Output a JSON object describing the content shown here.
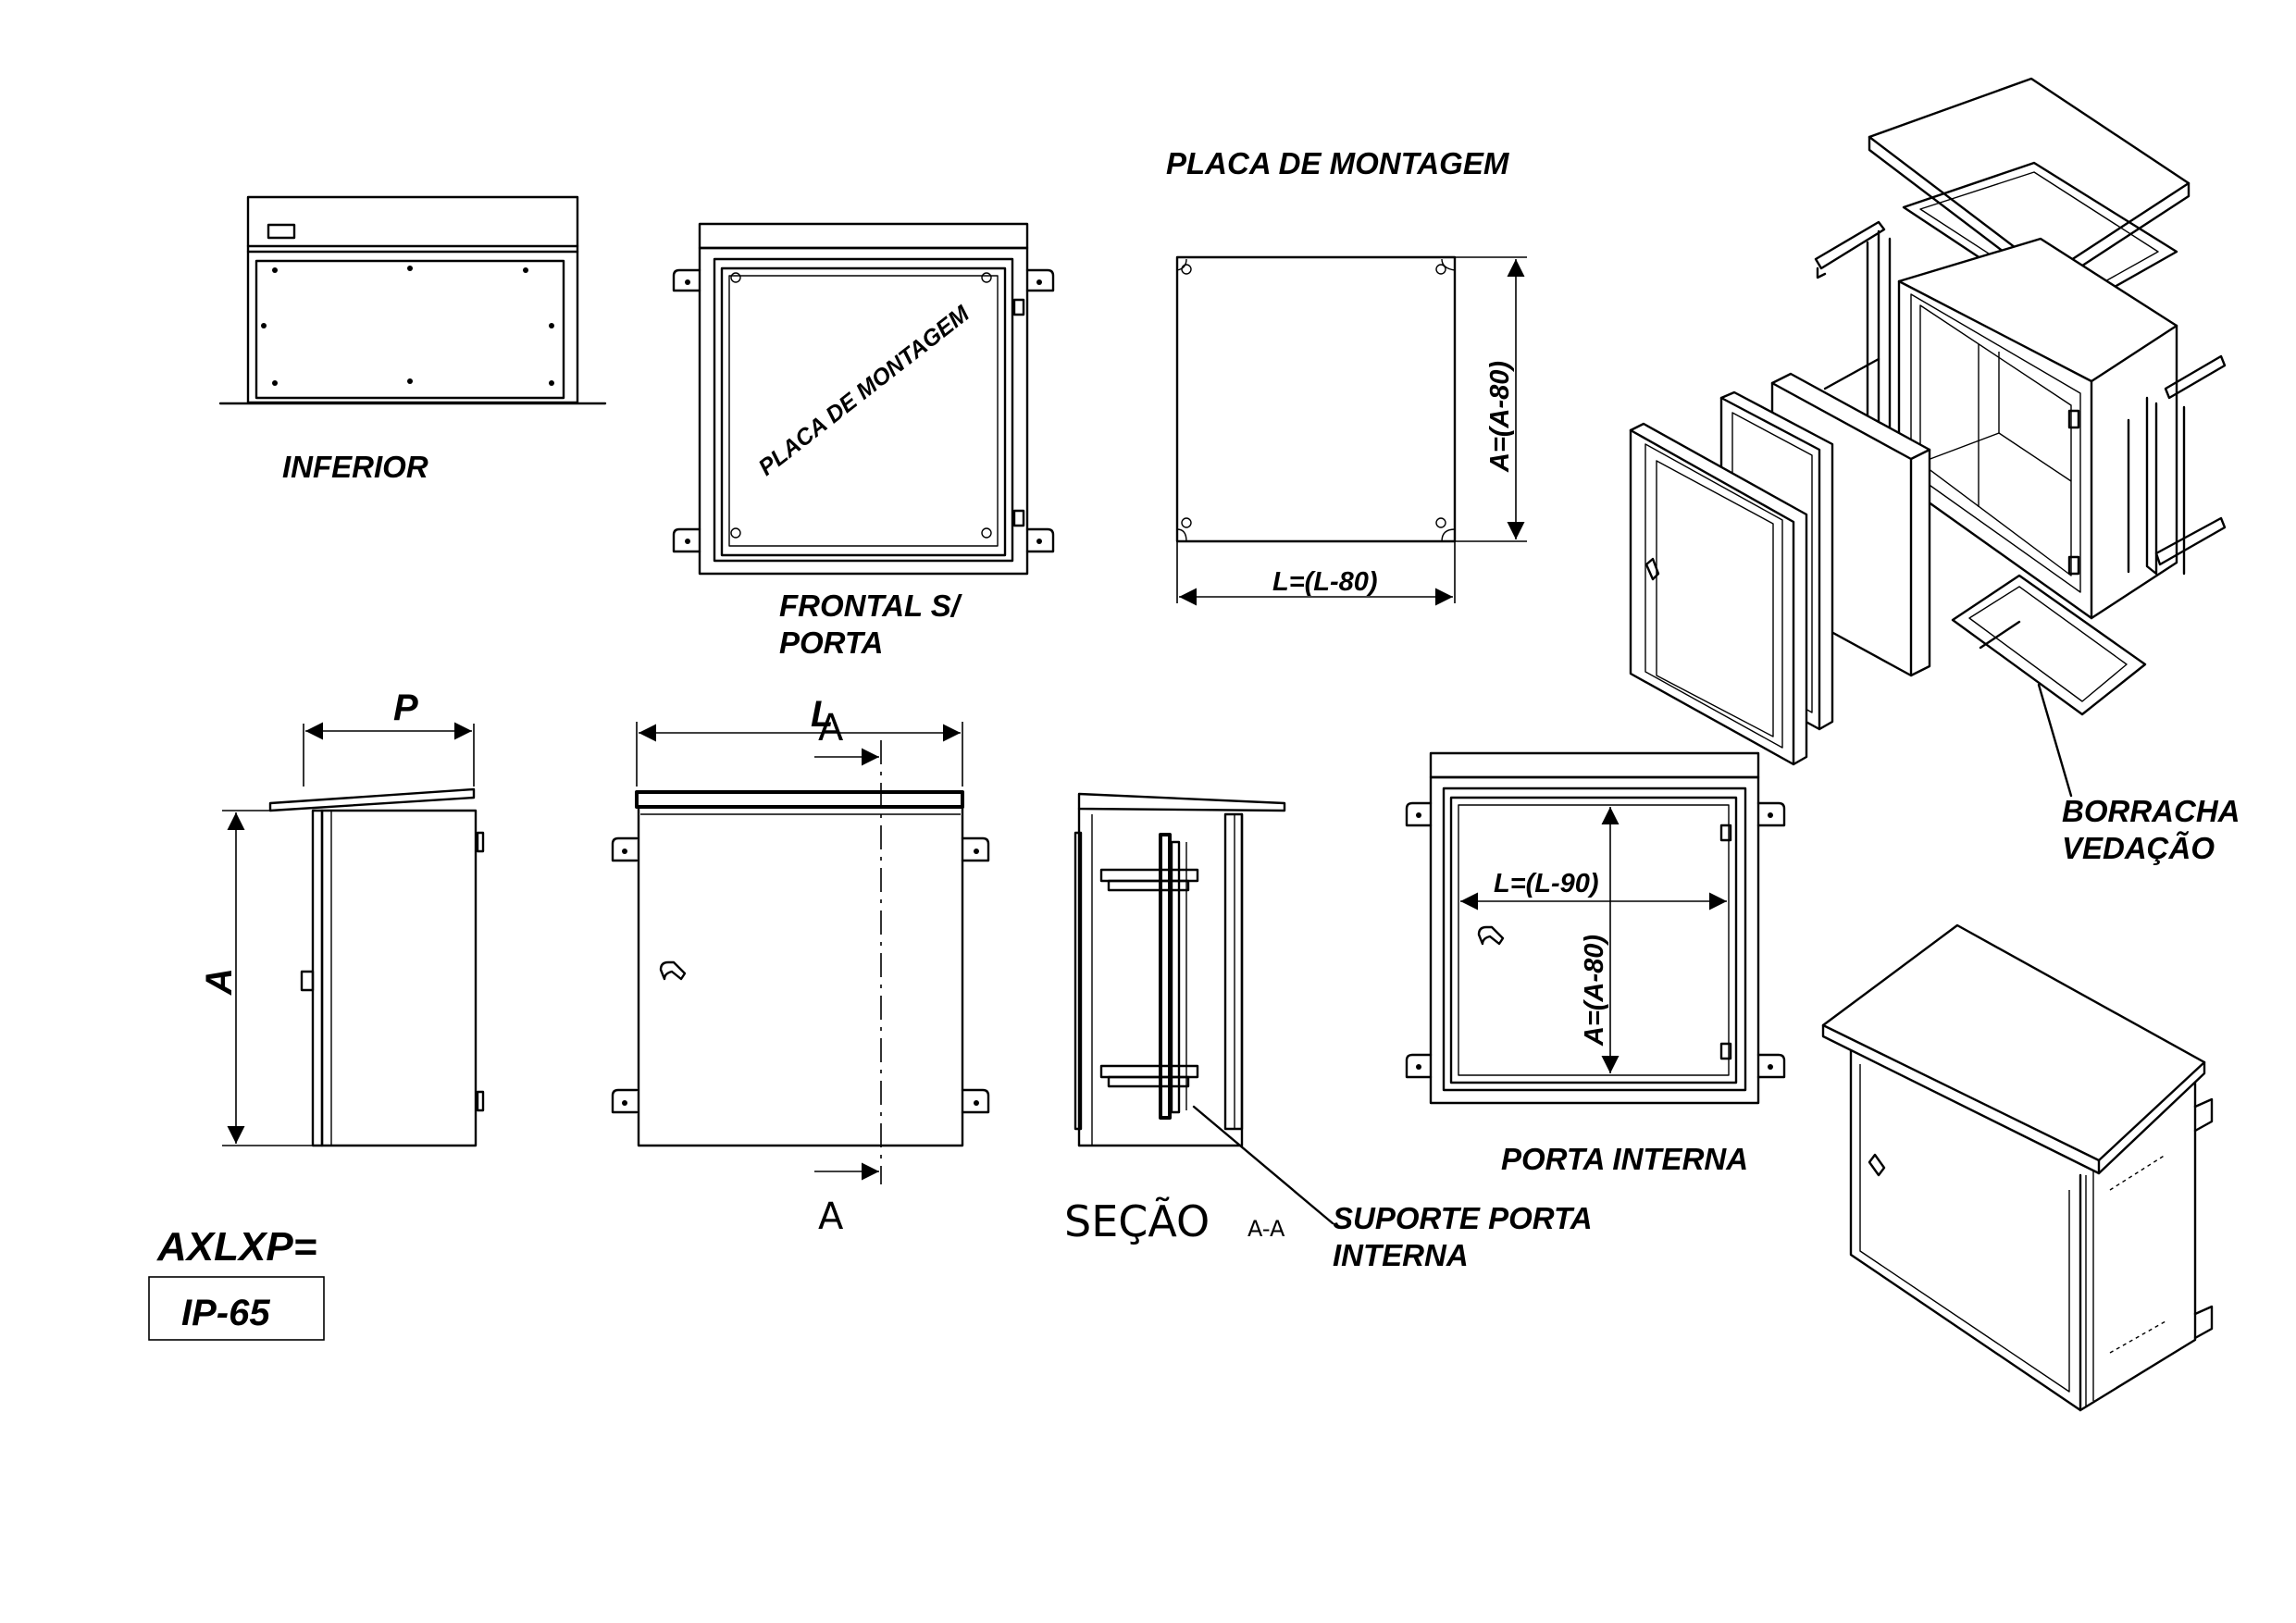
{
  "labels": {
    "inferior": "INFERIOR",
    "placa_montagem_title": "PLACA DE MONTAGEM",
    "placa_montagem_inner": "PLACA DE MONTAGEM",
    "frontal_line1": "FRONTAL S/",
    "frontal_line2": "PORTA",
    "dim_placa_height": "A=(A-80)",
    "dim_placa_width": "L=(L-80)",
    "dim_p": "P",
    "dim_l": "L",
    "dim_a": "A",
    "section_mark_top": "A",
    "section_mark_bottom": "A",
    "secao": "SEÇÃO",
    "secao_suffix": "A-A",
    "suporte_line1": "SUPORTE PORTA",
    "suporte_line2": "INTERNA",
    "porta_interna": "PORTA INTERNA",
    "dim_porta_width": "L=(L-90)",
    "dim_porta_height": "A=(A-80)",
    "borracha_line1": "BORRACHA",
    "borracha_line2": "VEDAÇÃO",
    "axlxp": "AXLXP=",
    "ip_rating": "IP-65"
  }
}
